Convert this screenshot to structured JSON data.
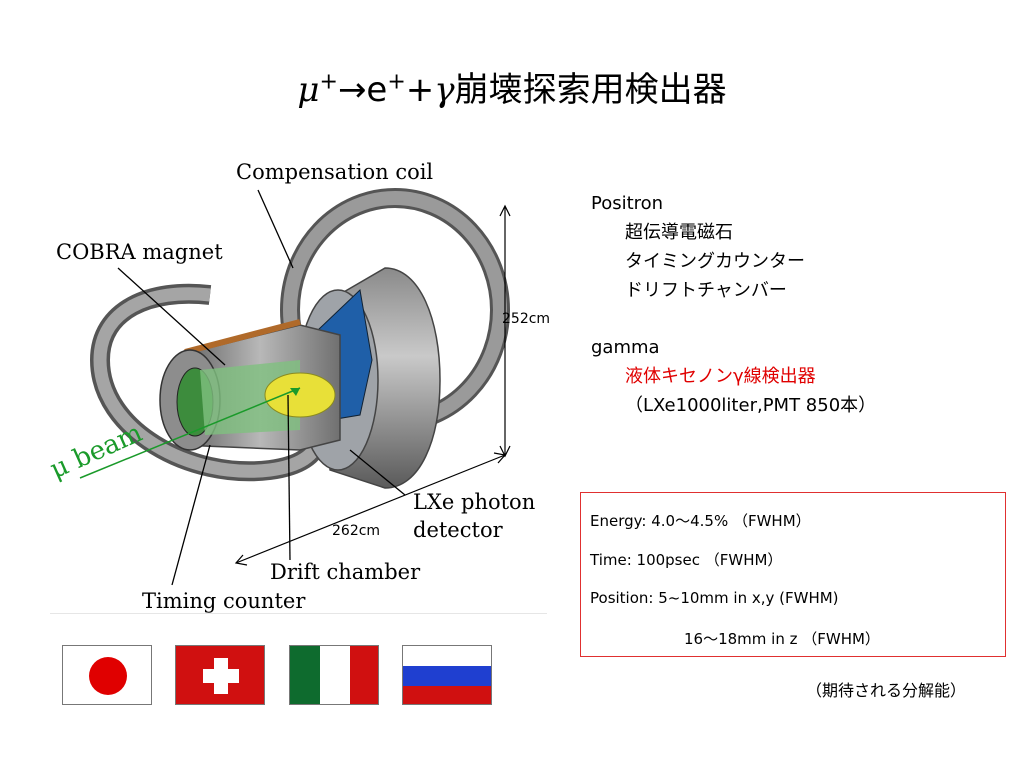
{
  "title": {
    "mu": "μ",
    "plus_sup": "+",
    "arrow_e": "→e",
    "e_sup": "+",
    "plus": "+",
    "gamma": "γ",
    "rest": "崩壊探索用検出器"
  },
  "diagram": {
    "labels": {
      "compensation_coil": "Compensation coil",
      "cobra_magnet": "COBRA magnet",
      "lxe_line1": "LXe photon",
      "lxe_line2": "detector",
      "drift_chamber": "Drift chamber",
      "timing_counter": "Timing counter",
      "mu_beam": "μ beam"
    },
    "dimensions": {
      "height": "252cm",
      "width": "262cm"
    }
  },
  "side": {
    "positron_heading": "Positron",
    "positron_items": [
      "超伝導電磁石",
      "タイミングカウンター",
      "ドリフトチャンバー"
    ],
    "gamma_heading": "gamma",
    "gamma_item_highlight": "液体キセノンγ線検出器",
    "gamma_item_detail": "（LXe1000liter,PMT 850本）"
  },
  "spec": {
    "energy": "Energy:   4.0～4.5% （FWHM）",
    "time": "Time:      100psec （FWHM）",
    "position": "Position:  5~10mm in x,y (FWHM)",
    "position_z": "16～18mm in z （FWHM）",
    "note": "（期待される分解能）"
  },
  "flags": [
    "japan-flag",
    "switzerland-flag",
    "italy-flag",
    "russia-flag"
  ],
  "colors": {
    "highlight": "#e00000",
    "beam": "#1a9a2a",
    "box_border": "#e03030"
  }
}
